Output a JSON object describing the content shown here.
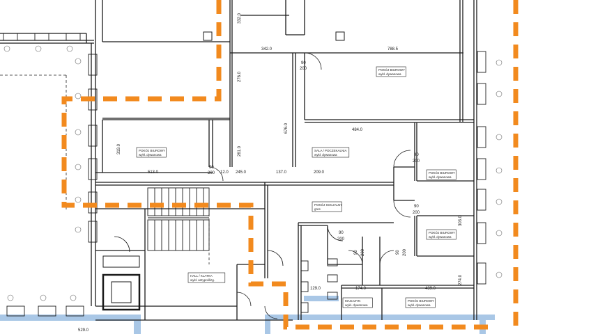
{
  "dimensions": {
    "d_342": "342.0",
    "d_7885": "788.5",
    "d_4840": "484.0",
    "d_5130": "513.0",
    "d_1370": "137.0",
    "d_2090": "209.0",
    "d_1740": "174.0",
    "d_4390": "439.0",
    "d_1290": "129.0",
    "d_5290": "529.0",
    "d_120": "12.0",
    "d_245": "245.0",
    "d_2760": "276.0",
    "d_2610": "261.0",
    "d_6760": "676.0",
    "d_3190": "319.0",
    "d_3320": "332.0",
    "d_3030": "303.0",
    "d_2740": "274.0"
  },
  "doors": {
    "d1": {
      "w": "90",
      "h": "200"
    },
    "d2": {
      "w": "90",
      "h": "200"
    },
    "d3": {
      "w": "90",
      "h": "200"
    },
    "d4": {
      "w": "90",
      "h": "200"
    },
    "d5": {
      "w": "90",
      "h": "200"
    },
    "d6": {
      "w": "90",
      "h": "200"
    },
    "d7": {
      "w": "90",
      "h": "200"
    }
  },
  "rooms": [
    {
      "id": "r1",
      "name": "POKÓJ BIUROWY",
      "floor": "wykł. dywanowa"
    },
    {
      "id": "r2",
      "name": "POKÓJ BIUROWY",
      "floor": "wykł. dywanowa"
    },
    {
      "id": "r3",
      "name": "SALA / POCZEKALNIA",
      "floor": "wykł. dywanowa"
    },
    {
      "id": "r4",
      "name": "POKÓJ BIUROWY",
      "floor": "wykł. dywanowa"
    },
    {
      "id": "r5",
      "name": "POKÓJ SOCJALNY",
      "floor": "gres"
    },
    {
      "id": "r6",
      "name": "POKÓJ BIUROWY",
      "floor": "wykł. dywanowa"
    },
    {
      "id": "r7",
      "name": "MAGAZYN",
      "floor": "wykł. dywanowa"
    },
    {
      "id": "r8",
      "name": "POKÓJ BIUROWY",
      "floor": "wykł. dywanowa"
    },
    {
      "id": "r9",
      "name": "HALL / KLATKA",
      "floor": "wykł. antypoślizg."
    }
  ],
  "colors": {
    "wall": "#1a1a1a",
    "boundary": "#f28a1e",
    "blue": "#a9c7e6"
  }
}
